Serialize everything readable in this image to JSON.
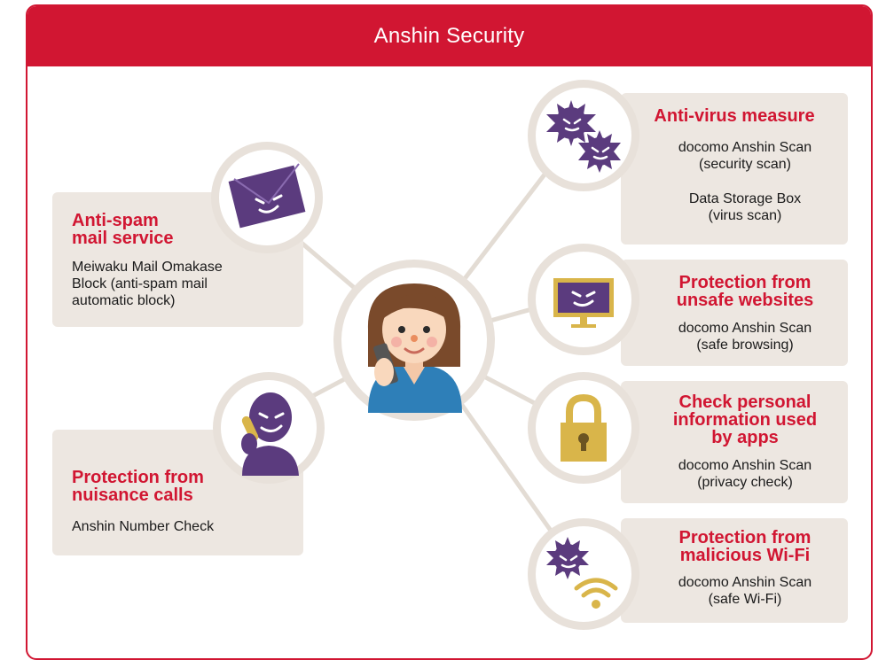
{
  "title": "Anshin Security",
  "services": [
    {
      "id": "spam",
      "heading": [
        "Anti-spam",
        "mail service"
      ],
      "lines": [
        "Meiwaku Mail Omakase",
        "Block (anti-spam mail",
        "automatic block)"
      ]
    },
    {
      "id": "calls",
      "heading": [
        "Protection from",
        "nuisance calls"
      ],
      "lines": [
        "Anshin Number Check"
      ]
    },
    {
      "id": "virus",
      "heading": [
        "Anti-virus measure"
      ],
      "lines": [
        "docomo Anshin Scan",
        "(security scan)",
        "Data Storage Box",
        "(virus scan)"
      ]
    },
    {
      "id": "web",
      "heading": [
        "Protection from",
        "unsafe websites"
      ],
      "lines": [
        "docomo Anshin Scan",
        "(safe browsing)"
      ]
    },
    {
      "id": "privacy",
      "heading": [
        "Check personal",
        "information used",
        "by apps"
      ],
      "lines": [
        "docomo Anshin Scan",
        "(privacy check)"
      ]
    },
    {
      "id": "wifi",
      "heading": [
        "Protection from",
        "malicious Wi-Fi"
      ],
      "lines": [
        "docomo Anshin Scan",
        "(safe Wi-Fi)"
      ]
    }
  ],
  "icons": [
    "woman-with-phone-icon",
    "spam-mail-icon",
    "prank-caller-icon",
    "virus-icon",
    "unsafe-monitor-icon",
    "padlock-icon",
    "malicious-wifi-icon"
  ],
  "colors": {
    "accent": "#d11632",
    "card": "#ede7e1",
    "circle_ring": "#e8e1da",
    "villain_purple": "#5b3b7e",
    "lock_gold": "#d9b54a",
    "shirt_blue": "#2e7fb8"
  }
}
